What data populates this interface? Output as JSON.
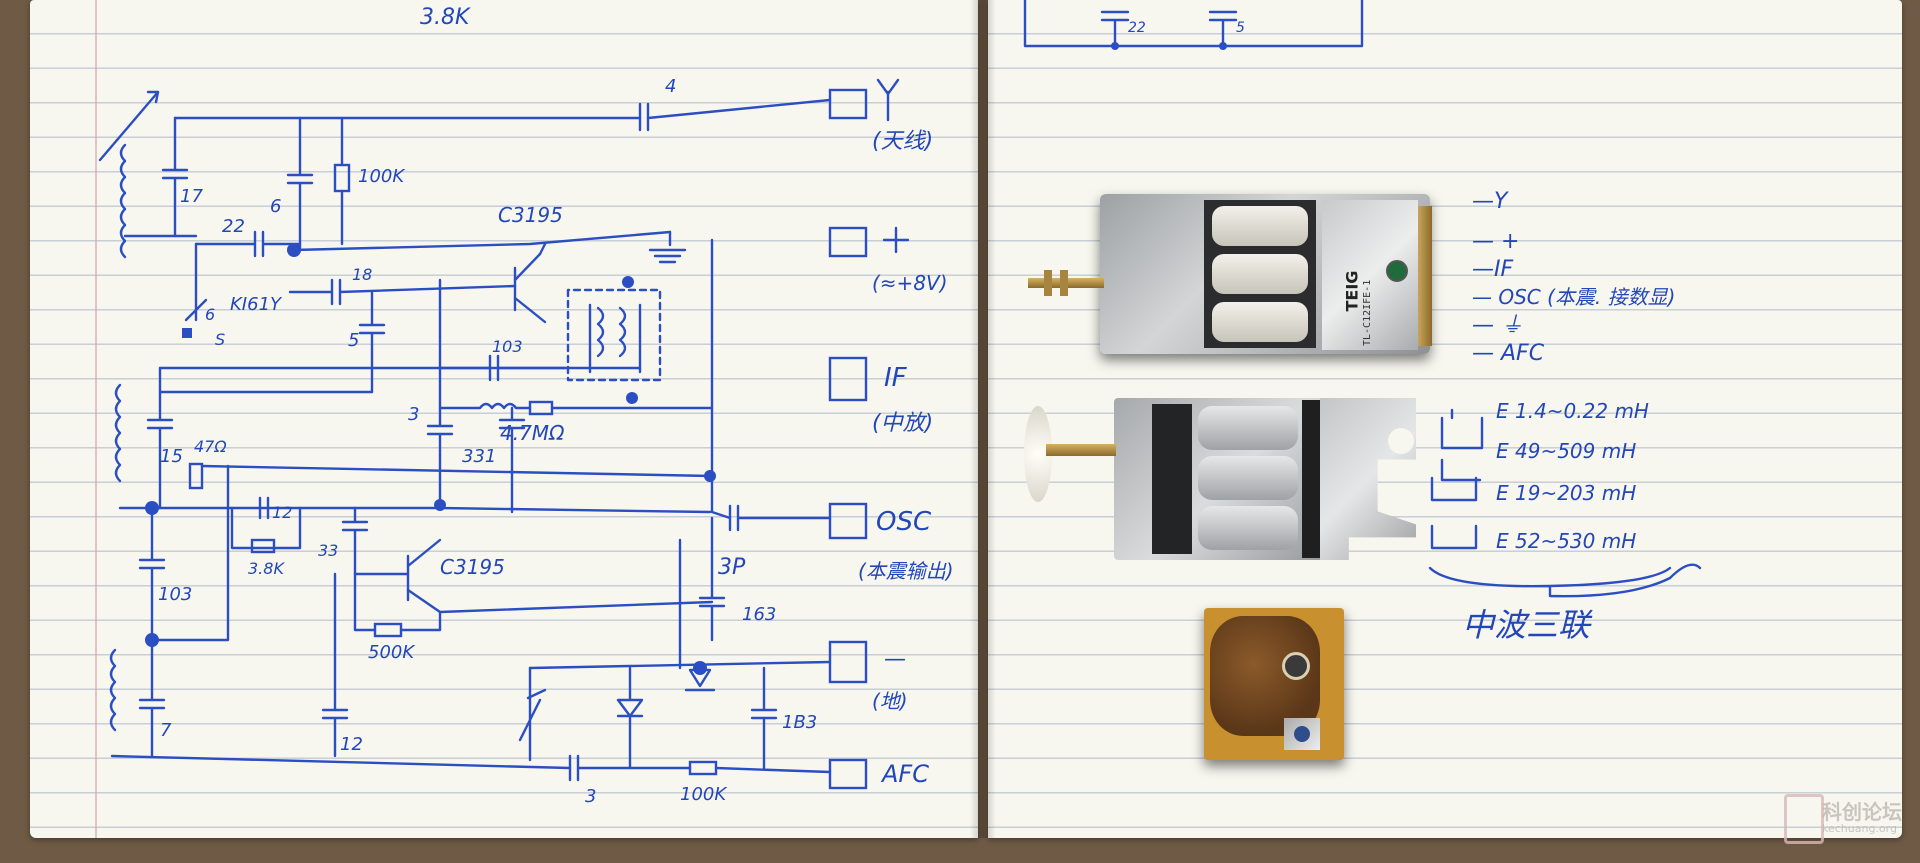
{
  "left_page": {
    "top_partial_label": "3.8K",
    "component_labels": {
      "c_ant": "4",
      "c17": "17",
      "c6": "6",
      "r100k": "100K",
      "c22": "22",
      "q1": "C3195",
      "varactor": "KI61Y",
      "c18": "18",
      "c6b": "6",
      "s_label": "S",
      "c5": "5",
      "c103_top": "103",
      "c3": "3",
      "r47": "4.7MΩ",
      "c331": "331",
      "c15": "15",
      "r47ohm": "47Ω",
      "c12": "12",
      "r38k": "3.8K",
      "c33": "33",
      "q2": "C3195",
      "c103_mid": "103",
      "r500k": "500K",
      "c3p": "3P",
      "c103_right": "163",
      "c7": "7",
      "c12b": "12",
      "c3_bottom": "3",
      "r100k_bottom": "100K",
      "c103_bottom": "1B3"
    },
    "terminals": [
      {
        "symbol": "Y",
        "name": "(天线)"
      },
      {
        "symbol": "+",
        "name": "(≈+8V)"
      },
      {
        "symbol": "IF",
        "name": "(中放)"
      },
      {
        "symbol": "OSC",
        "name": "(本震输出)"
      },
      {
        "symbol": "—",
        "name": "(地)"
      },
      {
        "symbol": "AFC",
        "name": ""
      }
    ]
  },
  "right_page": {
    "top_partial_labels": [
      "22",
      "5"
    ],
    "tuner_module": {
      "brand": "TEIG",
      "model": "TL-C12IFE-1"
    },
    "pin_labels": [
      "—Y",
      "— +",
      "—IF",
      "— OSC (本震. 接数显)",
      "— ⏚",
      "— AFC"
    ],
    "gang_labels": [
      "E 1.4~0.22 mH",
      "E 49~509 mH",
      "E 19~203 mH",
      "E 52~530 mH"
    ],
    "gang_caption": "中波三联"
  },
  "watermark": {
    "text": "科创论坛",
    "url": "kechuang.org"
  },
  "colors": {
    "ink": "#2b4fc2",
    "paper": "#f7f6ef",
    "desk": "#6f5a45",
    "metal": "#b5b7b8"
  }
}
